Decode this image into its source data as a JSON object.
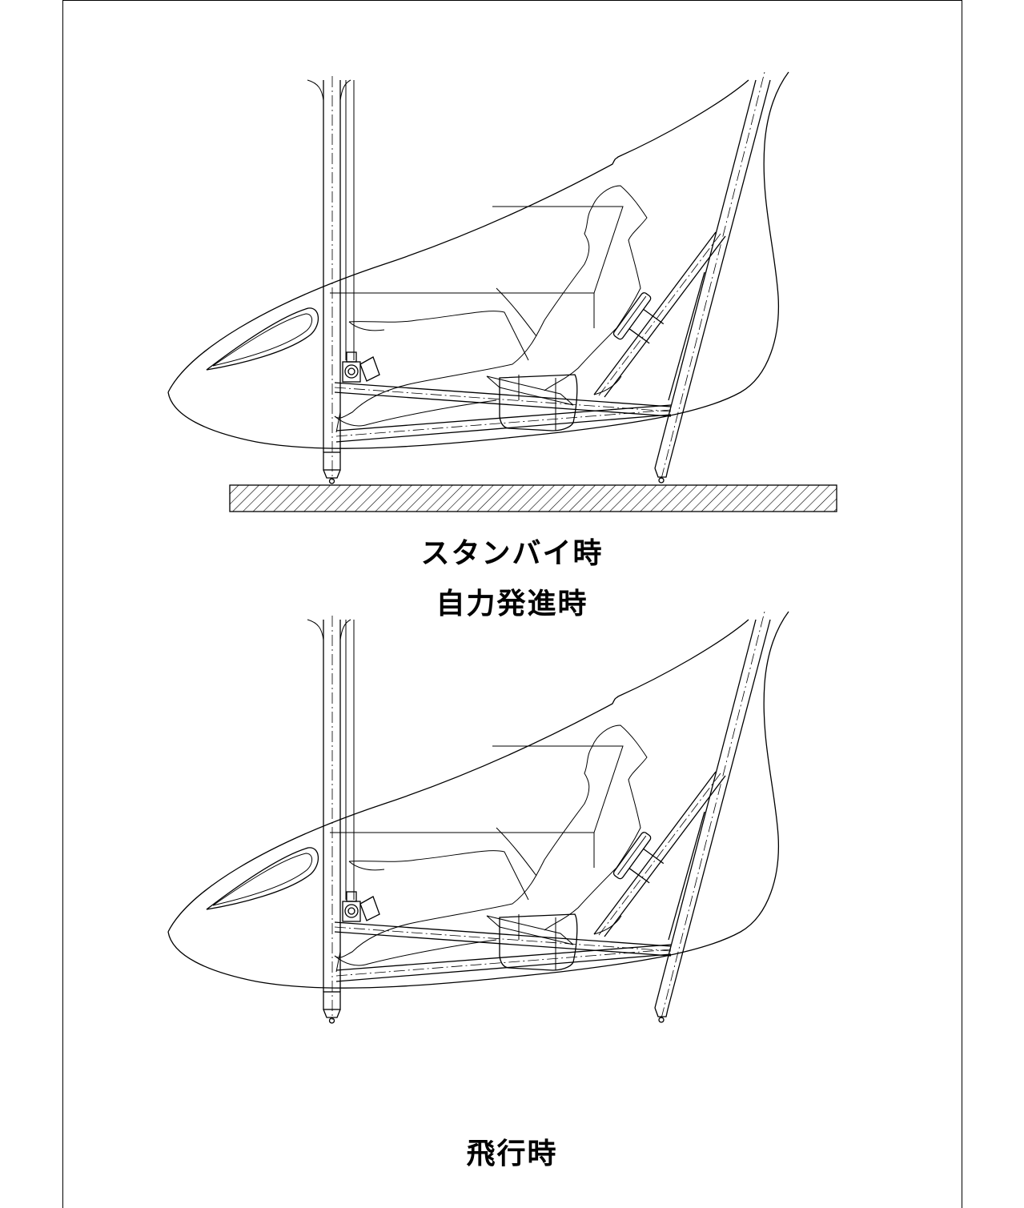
{
  "captions": {
    "standby_line1": "スタンバイ時",
    "standby_line2": "自力発進時",
    "flight": "飛行時"
  },
  "colors": {
    "line": "#000000",
    "background": "#ffffff"
  }
}
